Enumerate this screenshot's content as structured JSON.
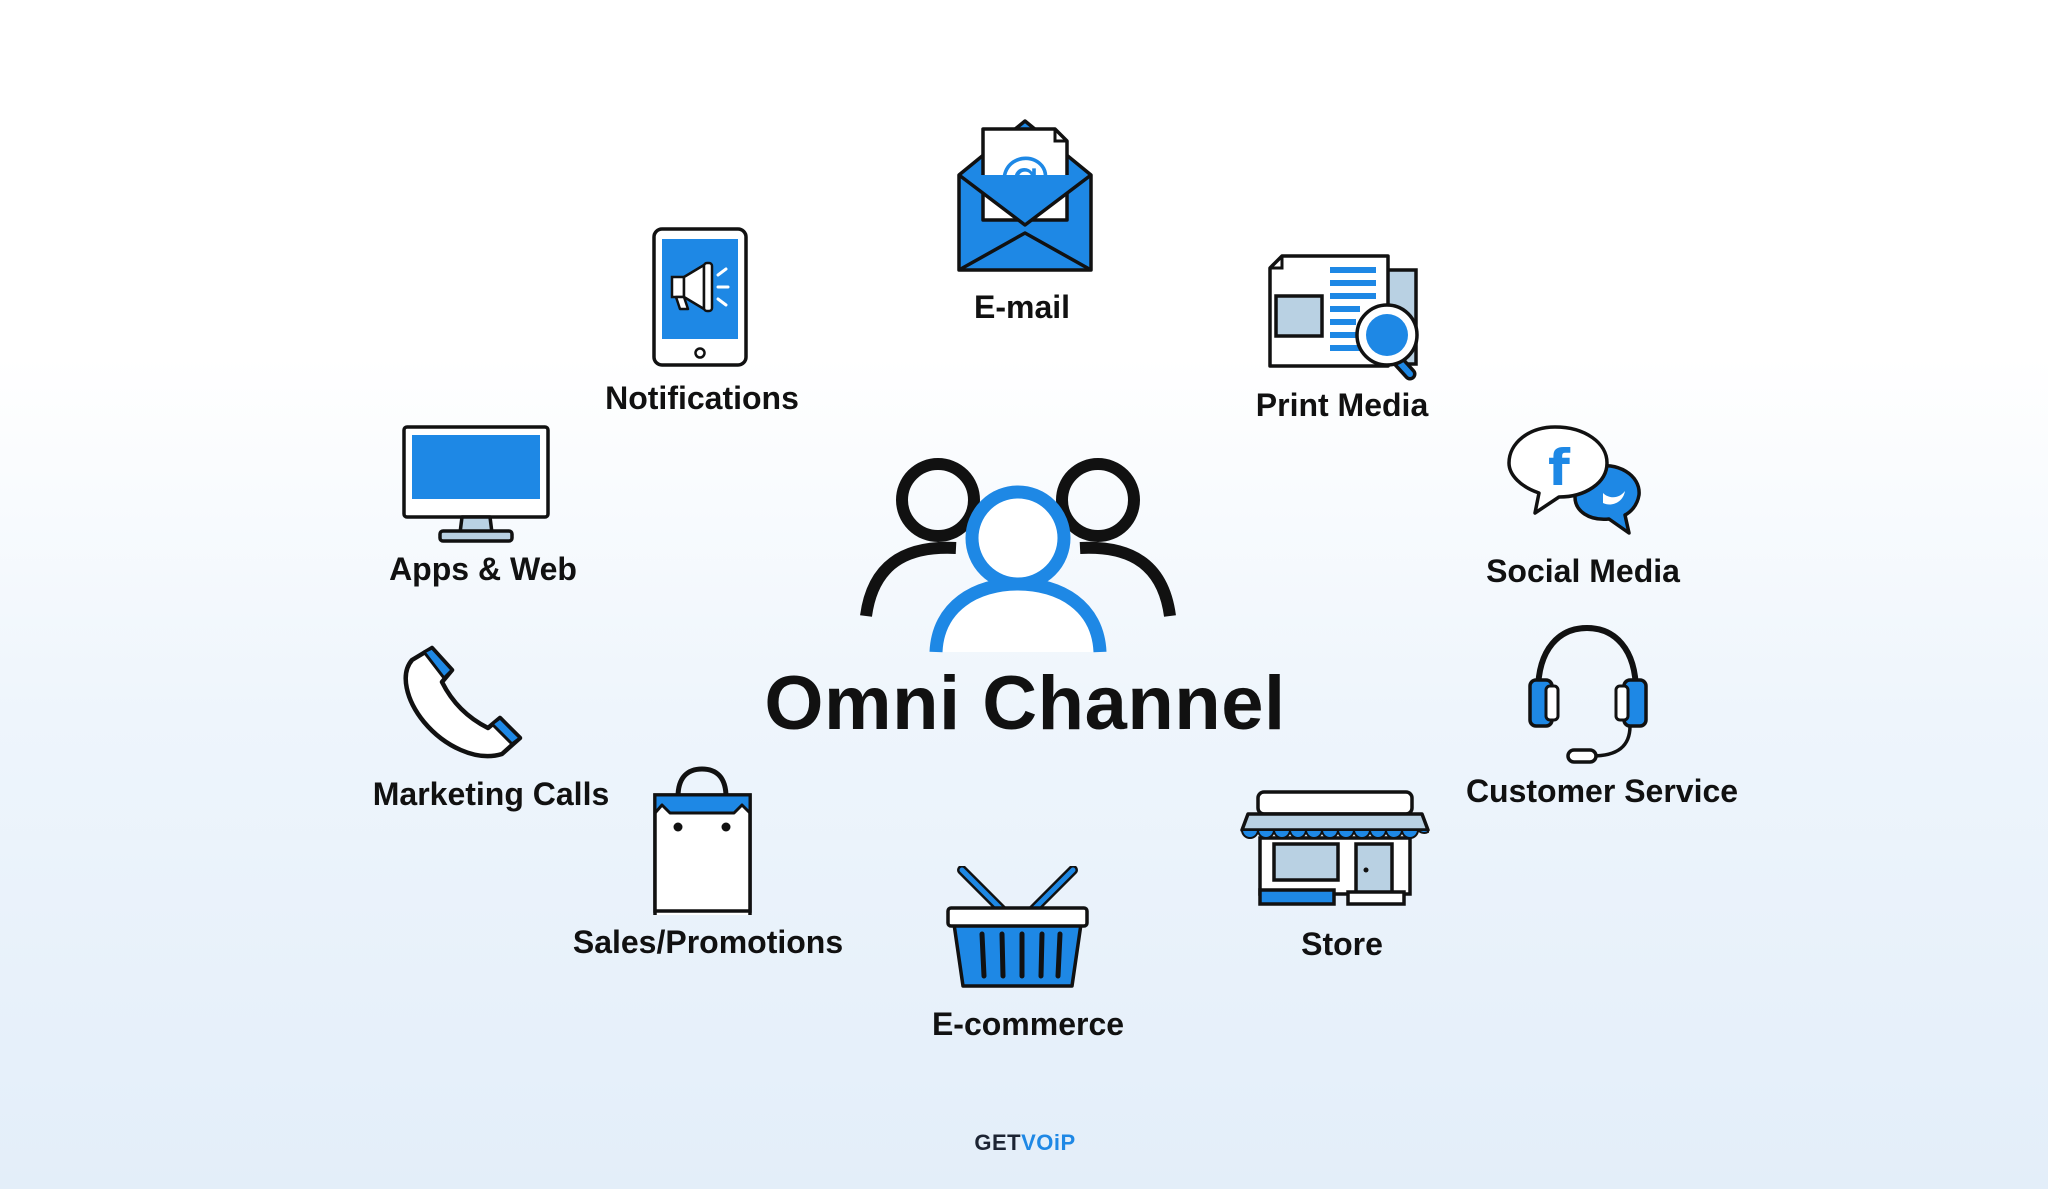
{
  "center": {
    "title": "Omni Channel",
    "icon": "users-group-icon"
  },
  "channels": {
    "email": {
      "label": "E-mail",
      "icon": "email-envelope-icon"
    },
    "print_media": {
      "label": "Print Media",
      "icon": "newspaper-magnifier-icon"
    },
    "social_media": {
      "label": "Social Media",
      "icon": "social-bubbles-icon"
    },
    "customer_service": {
      "label": "Customer Service",
      "icon": "headset-icon"
    },
    "store": {
      "label": "Store",
      "icon": "storefront-icon"
    },
    "ecommerce": {
      "label": "E-commerce",
      "icon": "shopping-basket-icon"
    },
    "sales_promotions": {
      "label": "Sales/Promotions",
      "icon": "shopping-bag-icon"
    },
    "marketing_calls": {
      "label": "Marketing Calls",
      "icon": "phone-handset-icon"
    },
    "apps_web": {
      "label": "Apps & Web",
      "icon": "desktop-monitor-icon"
    },
    "notifications": {
      "label": "Notifications",
      "icon": "tablet-megaphone-icon"
    }
  },
  "brand": {
    "part1": "GET",
    "part2": "VOiP"
  },
  "colors": {
    "accent": "#1e88e5",
    "outline": "#111111",
    "light_blue": "#b9d1e3",
    "background_bottom": "#e3eef9"
  }
}
